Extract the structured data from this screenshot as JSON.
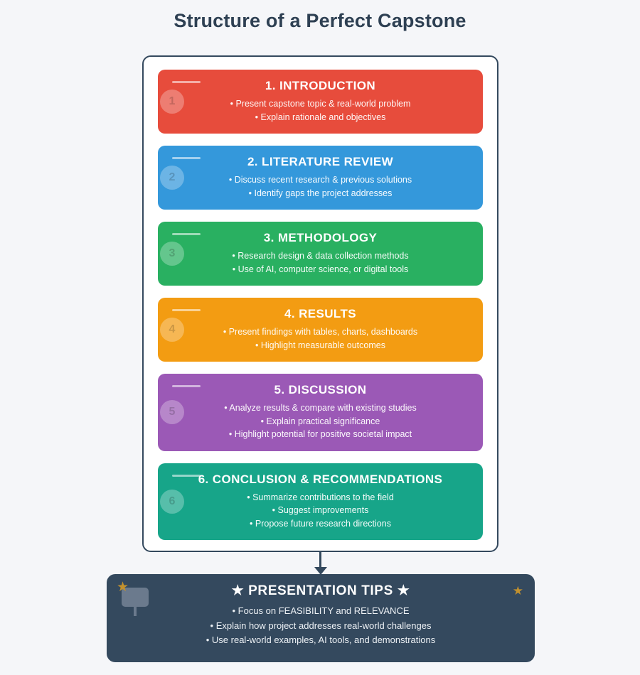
{
  "colors": {
    "page_bg": "#f5f6f9",
    "panel_bg": "#ffffff",
    "navy": "#34495e",
    "navy_text": "#2e4053",
    "gold": "#c2912e",
    "icon_slate": "#6b7a8d"
  },
  "page": {
    "title": "Structure of a Perfect Capstone"
  },
  "sections": [
    {
      "number": "1",
      "title": "1. INTRODUCTION",
      "color": "#e74c3c",
      "bullets": [
        "• Present capstone topic & real-world problem",
        "• Explain rationale and objectives"
      ]
    },
    {
      "number": "2",
      "title": "2. LITERATURE REVIEW",
      "color": "#3498db",
      "bullets": [
        "• Discuss recent research & previous solutions",
        "• Identify gaps the project addresses"
      ]
    },
    {
      "number": "3",
      "title": "3. METHODOLOGY",
      "color": "#29b061",
      "bullets": [
        "• Research design & data collection methods",
        "• Use of AI, computer science, or digital tools"
      ]
    },
    {
      "number": "4",
      "title": "4. RESULTS",
      "color": "#f39c12",
      "bullets": [
        "• Present findings with tables, charts, dashboards",
        "• Highlight measurable outcomes"
      ]
    },
    {
      "number": "5",
      "title": "5. DISCUSSION",
      "color": "#9b59b6",
      "bullets": [
        "• Analyze results & compare with existing studies",
        "• Explain practical significance",
        "• Highlight potential for positive societal impact"
      ]
    },
    {
      "number": "6",
      "title": "6. CONCLUSION & RECOMMENDATIONS",
      "color": "#17a589",
      "bullets": [
        "• Summarize contributions to the field",
        "• Suggest improvements",
        "• Propose future research directions"
      ]
    }
  ],
  "tips": {
    "title": "★ PRESENTATION TIPS ★",
    "star": "★",
    "bullets": [
      "• Focus on FEASIBILITY and RELEVANCE",
      "• Explain how project addresses real-world challenges",
      "• Use real-world examples, AI tools, and demonstrations"
    ]
  }
}
